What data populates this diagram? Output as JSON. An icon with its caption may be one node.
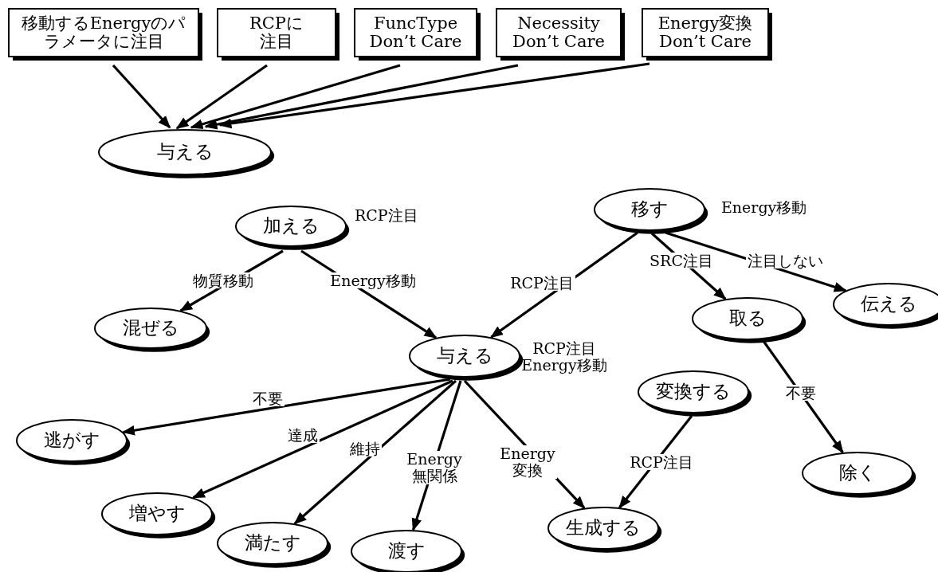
{
  "diagram": {
    "nodes": [
      {
        "text": [
          "移動するEnergyのパラメータに注目"
        ]
      },
      {
        "text": [
          "RCPに注目"
        ]
      },
      {
        "text": [
          "FuncType Don’t Care"
        ]
      },
      {
        "text": [
          "Necessity Don’t Care"
        ]
      },
      {
        "text": [
          "Energy変換 Don’t Care"
        ]
      },
      {
        "text": [
          "与える"
        ]
      },
      {
        "text": [
          "加える"
        ],
        "beside": [
          "RCP注目"
        ]
      },
      {
        "text": [
          "移す"
        ],
        "beside": [
          "Energy移動"
        ]
      },
      {
        "text": [
          "混ぜる"
        ]
      },
      {
        "text": [
          "与える"
        ],
        "beside": [
          "RCP注目 Energy移動"
        ]
      },
      {
        "text": [
          "取る"
        ]
      },
      {
        "text": [
          "伝える"
        ]
      },
      {
        "text": [
          "逃がす"
        ]
      },
      {
        "text": [
          "変換する"
        ]
      },
      {
        "text": [
          "除く"
        ]
      },
      {
        "text": [
          "増やす"
        ]
      },
      {
        "text": [
          "満たす"
        ]
      },
      {
        "text": [
          "渡す"
        ]
      },
      {
        "text": [
          "生成する"
        ]
      }
    ],
    "edges": [
      {
        "from": 0,
        "to": 5,
        "arrow": "to"
      },
      {
        "from": 1,
        "to": 5,
        "arrow": "to"
      },
      {
        "from": 2,
        "to": 5,
        "arrow": "to"
      },
      {
        "from": 3,
        "to": 5,
        "arrow": "to"
      },
      {
        "from": 4,
        "to": 5,
        "arrow": "to"
      },
      {
        "from": 6,
        "to": 8,
        "arrow": "to",
        "label": "物質移動"
      },
      {
        "from": 6,
        "to": 9,
        "arrow": "to",
        "label": "Energy移動"
      },
      {
        "from": 7,
        "to": 9,
        "arrow": "to",
        "label": "RCP注目"
      },
      {
        "from": 7,
        "to": 10,
        "arrow": "to",
        "label": "SRC注目"
      },
      {
        "from": 7,
        "to": 11,
        "arrow": "to",
        "label": "注目しない"
      },
      {
        "from": 9,
        "to": 12,
        "arrow": "to",
        "label": "不要"
      },
      {
        "from": 9,
        "to": 15,
        "arrow": "to",
        "label": "達成"
      },
      {
        "from": 9,
        "to": 16,
        "arrow": "to",
        "label": "維持"
      },
      {
        "from": 9,
        "to": 17,
        "arrow": "to",
        "label": "Energy 無関係"
      },
      {
        "from": 9,
        "to": 18,
        "arrow": "to",
        "label": "Energy 変換"
      },
      {
        "from": 13,
        "to": 18,
        "arrow": "to",
        "label": "RCP注目"
      },
      {
        "from": 10,
        "to": 14,
        "arrow": "to",
        "label": "不要"
      }
    ]
  }
}
